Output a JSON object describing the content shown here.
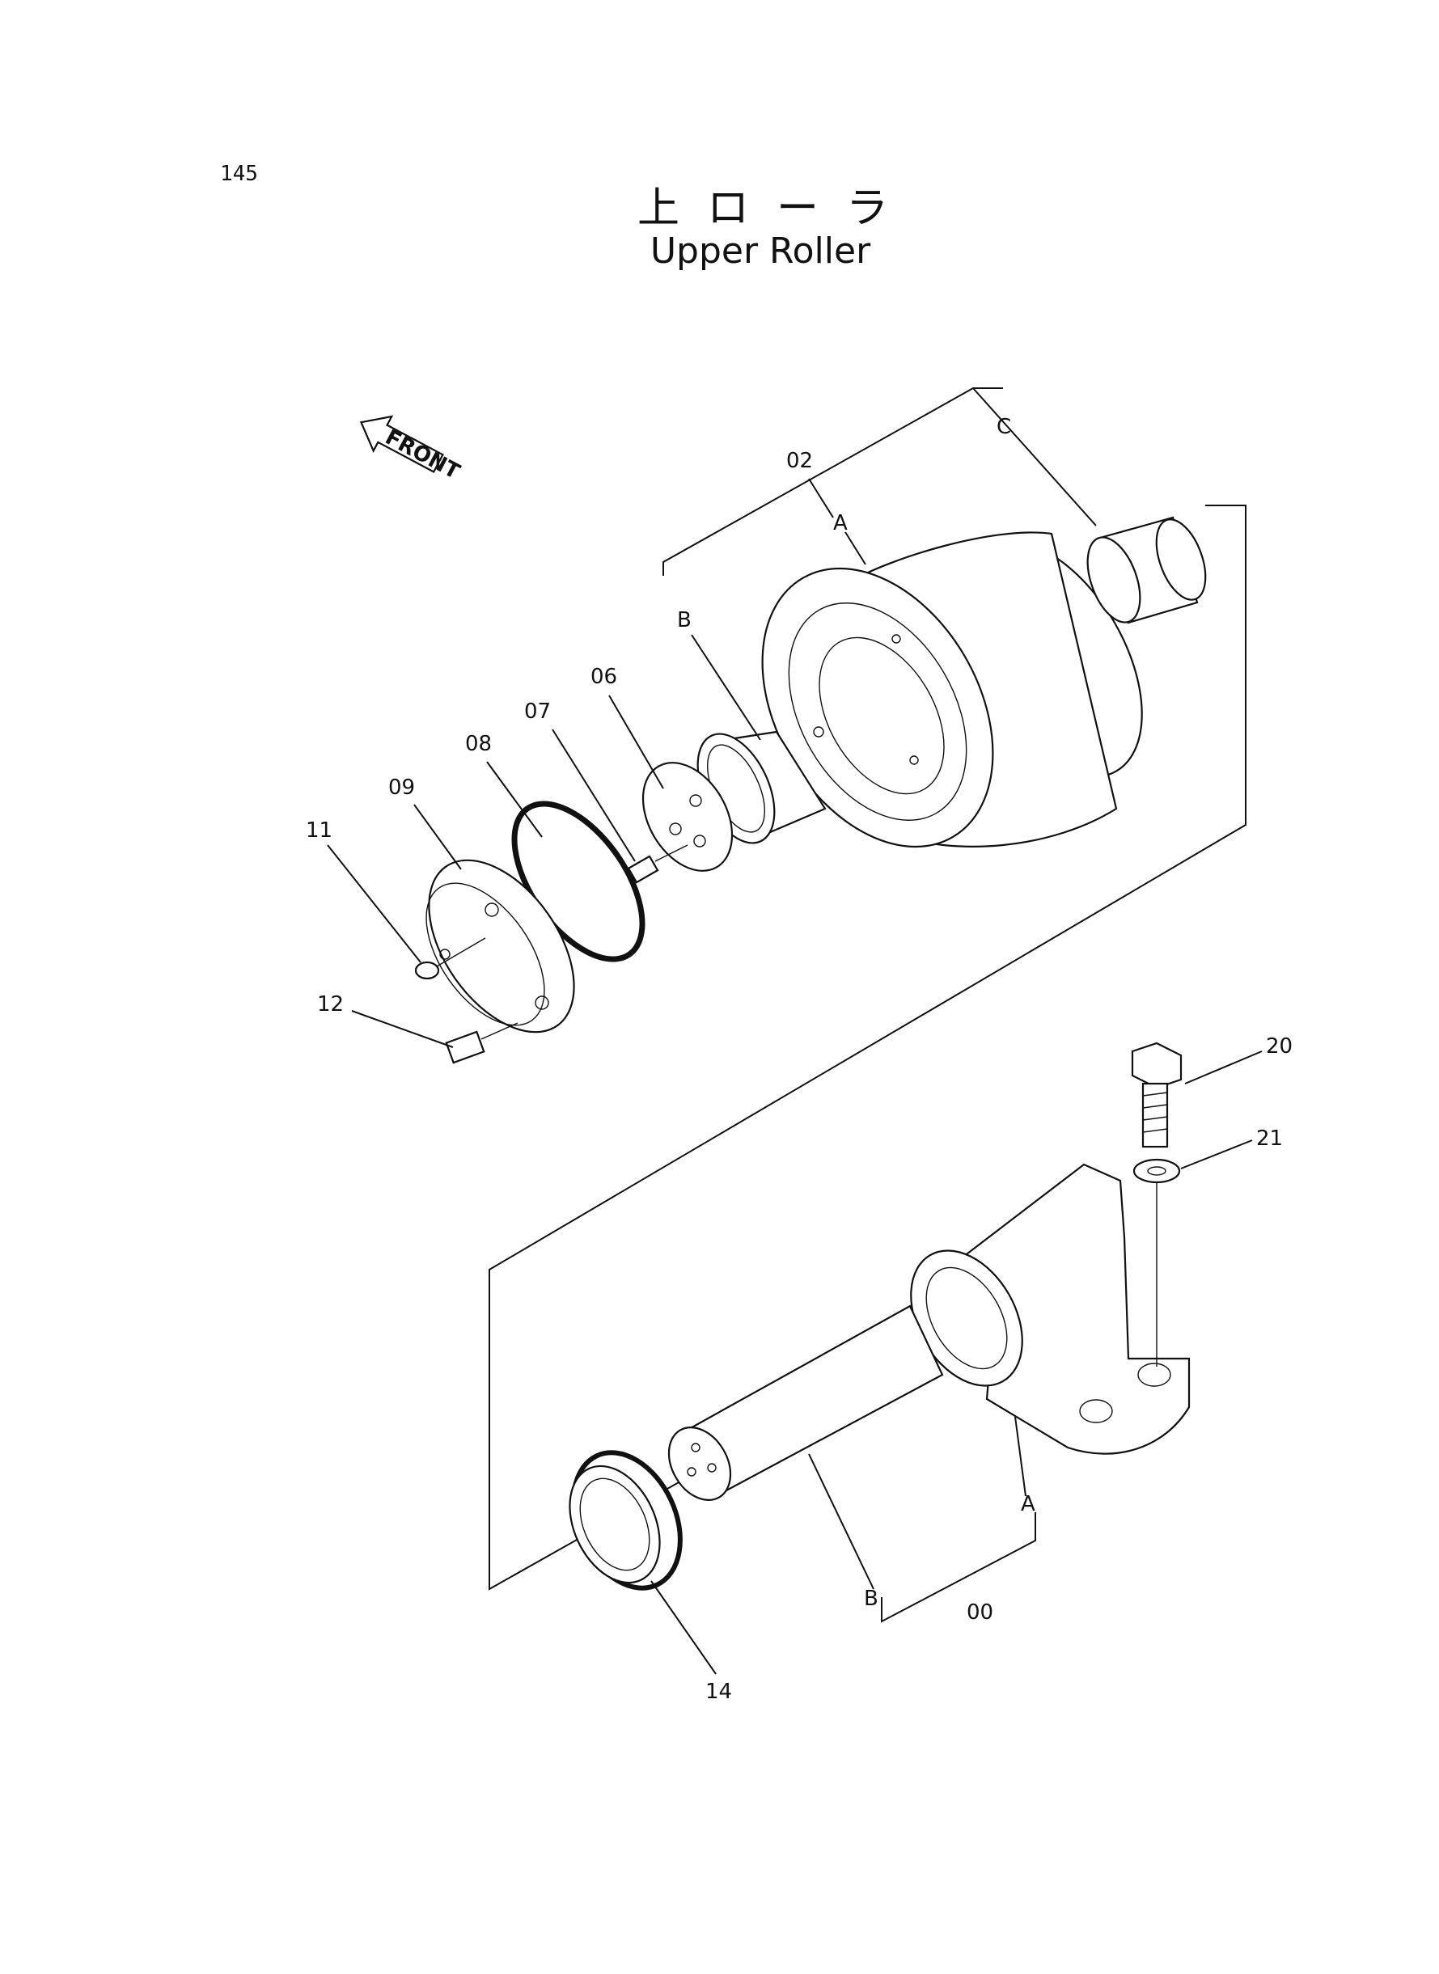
{
  "page_number": "145",
  "title_japanese": "上ローラ",
  "title_english": "Upper Roller",
  "front_arrow_text": "FRONT",
  "labels": {
    "02": "02",
    "A_top": "A",
    "B_top": "B",
    "C": "C",
    "06": "06",
    "07": "07",
    "08": "08",
    "09": "09",
    "11": "11",
    "12": "12",
    "20": "20",
    "21": "21",
    "A_bottom": "A",
    "B_bottom": "B",
    "00": "00",
    "14": "14"
  }
}
